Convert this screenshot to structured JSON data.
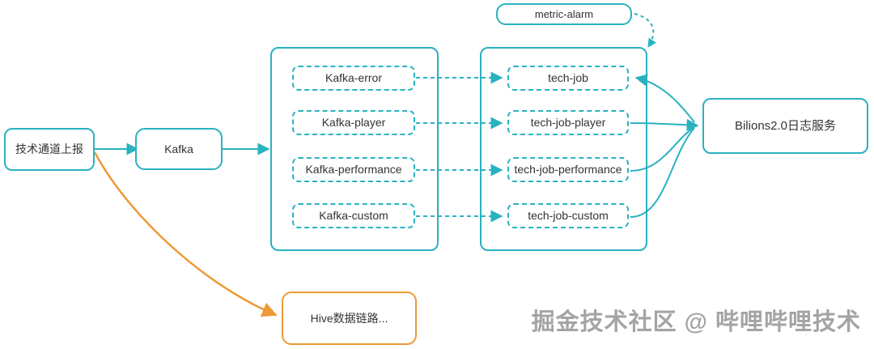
{
  "diagram": {
    "nodes": {
      "source": {
        "label": "技术通道上报"
      },
      "kafka": {
        "label": "Kafka"
      },
      "metric_alarm": {
        "label": "metric-alarm"
      },
      "topics": [
        {
          "label": "Kafka-error"
        },
        {
          "label": "Kafka-player"
        },
        {
          "label": "Kafka-performance"
        },
        {
          "label": "Kafka-custom"
        }
      ],
      "jobs": [
        {
          "label": "tech-job"
        },
        {
          "label": "tech-job-player"
        },
        {
          "label": "tech-job-performance"
        },
        {
          "label": "tech-job-custom"
        }
      ],
      "log_service": {
        "label": "Bilions2.0日志服务"
      },
      "hive": {
        "label": "Hive数据链路..."
      }
    },
    "edges": [
      {
        "from": "技术通道上报",
        "to": "Kafka",
        "style": "solid",
        "color": "#29b2c0"
      },
      {
        "from": "Kafka",
        "to": "kafka-topics-group",
        "style": "solid",
        "color": "#29b2c0"
      },
      {
        "from": "Kafka-error",
        "to": "tech-job",
        "style": "dashed",
        "color": "#29b2c0"
      },
      {
        "from": "Kafka-player",
        "to": "tech-job-player",
        "style": "dashed",
        "color": "#29b2c0"
      },
      {
        "from": "Kafka-performance",
        "to": "tech-job-performance",
        "style": "dashed",
        "color": "#29b2c0"
      },
      {
        "from": "Kafka-custom",
        "to": "tech-job-custom",
        "style": "dashed",
        "color": "#29b2c0"
      },
      {
        "from": "tech-job-player",
        "to": "Bilions2.0日志服务",
        "style": "solid-curve",
        "color": "#29b2c0"
      },
      {
        "from": "tech-job-performance",
        "to": "Bilions2.0日志服务",
        "style": "solid-curve",
        "color": "#29b2c0"
      },
      {
        "from": "tech-job-custom",
        "to": "Bilions2.0日志服务",
        "style": "solid-curve",
        "color": "#29b2c0"
      },
      {
        "from": "merge-point",
        "to": "tech-job",
        "style": "solid-curve",
        "color": "#29b2c0"
      },
      {
        "from": "metric-alarm",
        "to": "tech-jobs-group",
        "style": "dashed-curve",
        "color": "#29b2c0"
      },
      {
        "from": "技术通道上报",
        "to": "Hive数据链路...",
        "style": "solid-curve",
        "color": "#ee9938"
      }
    ],
    "colors": {
      "teal": "#29b2c0",
      "orange": "#ee9938",
      "text": "#333333",
      "watermark": "#8a8a8a"
    },
    "watermark": "掘金技术社区 @ 哔哩哔哩技术"
  }
}
